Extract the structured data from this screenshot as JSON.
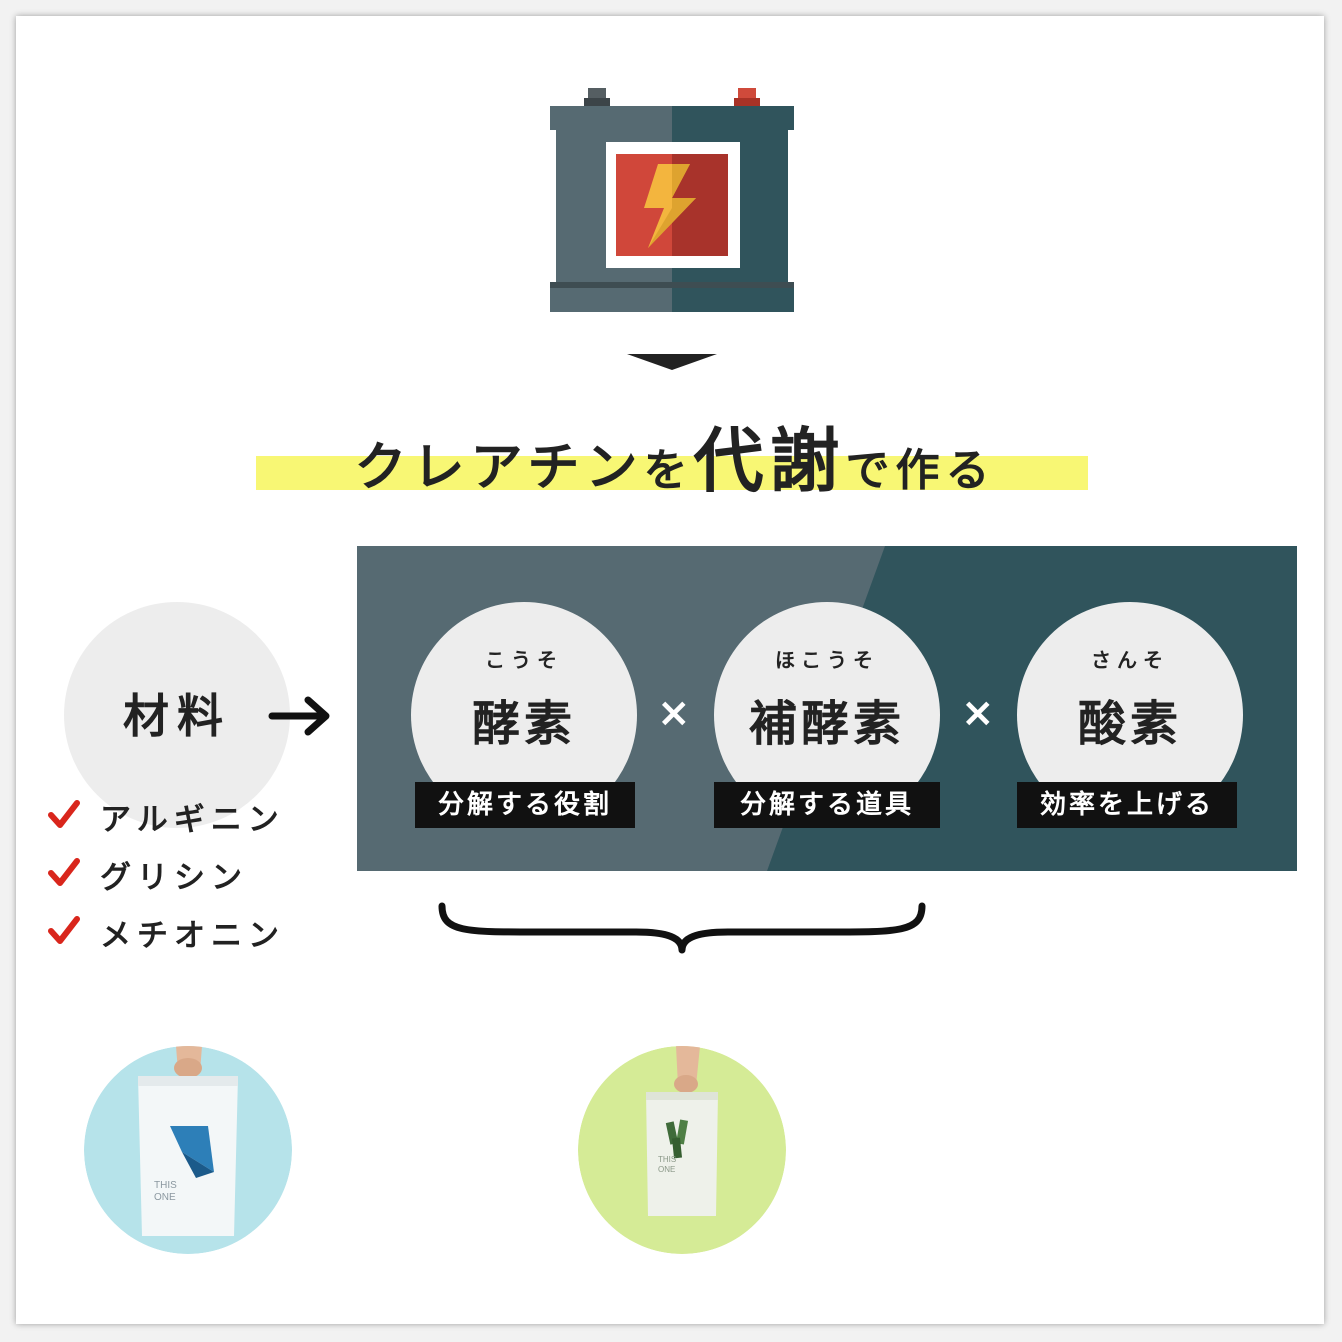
{
  "title": {
    "part1": "クレアチン",
    "part2": "を",
    "part3": "代謝",
    "part4": "で作る"
  },
  "material": {
    "label": "材料",
    "items": [
      "アルギニン",
      "グリシン",
      "メチオニン"
    ]
  },
  "factors": [
    {
      "ruby": "こうそ",
      "label": "酵素",
      "tag": "分解する役割"
    },
    {
      "ruby": "ほこうそ",
      "label": "補酵素",
      "tag": "分解する道具"
    },
    {
      "ruby": "さんそ",
      "label": "酸素",
      "tag": "効率を上げる"
    }
  ],
  "operator": "×",
  "products": [
    {
      "brand_line1": "THIS",
      "brand_line2": "ONE",
      "color": "#b6e3ea"
    },
    {
      "brand_line1": "THIS",
      "brand_line2": "ONE",
      "color": "#d5eb96"
    }
  ],
  "colors": {
    "panel_light": "#566a72",
    "panel_dark": "#30545c",
    "highlight": "#f8f774",
    "check": "#d9261c",
    "battery_red": "#cf4a3b"
  }
}
